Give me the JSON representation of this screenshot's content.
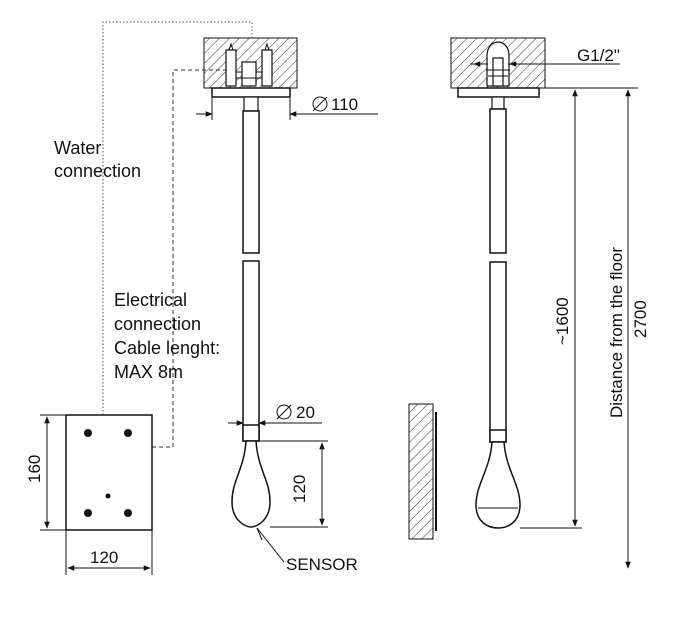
{
  "labels": {
    "water_connection_line1": "Water",
    "water_connection_line2": "connection",
    "electrical_line1": "Electrical",
    "electrical_line2": "connection",
    "electrical_line3": "Cable lenght:",
    "electrical_line4": "MAX 8m",
    "sensor": "SENSOR",
    "thread": "G1/2\"",
    "distance_from_floor": "Distance from the floor",
    "distance_value": "2700",
    "approx_length": "~1600"
  },
  "dimensions": {
    "ceiling_plate_diameter": "110",
    "pipe_diameter": "20",
    "head_height": "120",
    "box_height": "160",
    "box_width": "120",
    "diameter_symbol": "⌀"
  }
}
